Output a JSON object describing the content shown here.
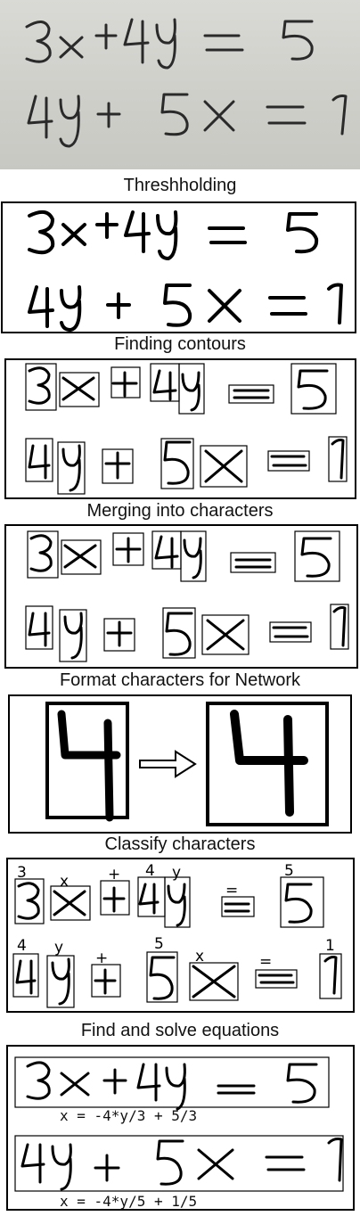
{
  "photo": {
    "line1": "3x + 4y = 5",
    "line2": "4y + 5x = 1"
  },
  "captions": {
    "threshold": "Threshholding",
    "contours": "Finding contours",
    "merging": "Merging into characters",
    "format": "Format characters for Network",
    "classify": "Classify characters",
    "solve": "Find and solve equations"
  },
  "classified": {
    "line1": [
      "3",
      "x",
      "+",
      "4",
      "y",
      "=",
      "5"
    ],
    "line2": [
      "4",
      "y",
      "+",
      "5",
      "x",
      "=",
      "1"
    ]
  },
  "solutions": {
    "eq1": "x = -4*y/3 + 5/3",
    "eq2": "x = -4*y/5 + 1/5"
  },
  "format_example": {
    "input_char": "4",
    "output_char": "4",
    "arrow": "arrow-right"
  }
}
